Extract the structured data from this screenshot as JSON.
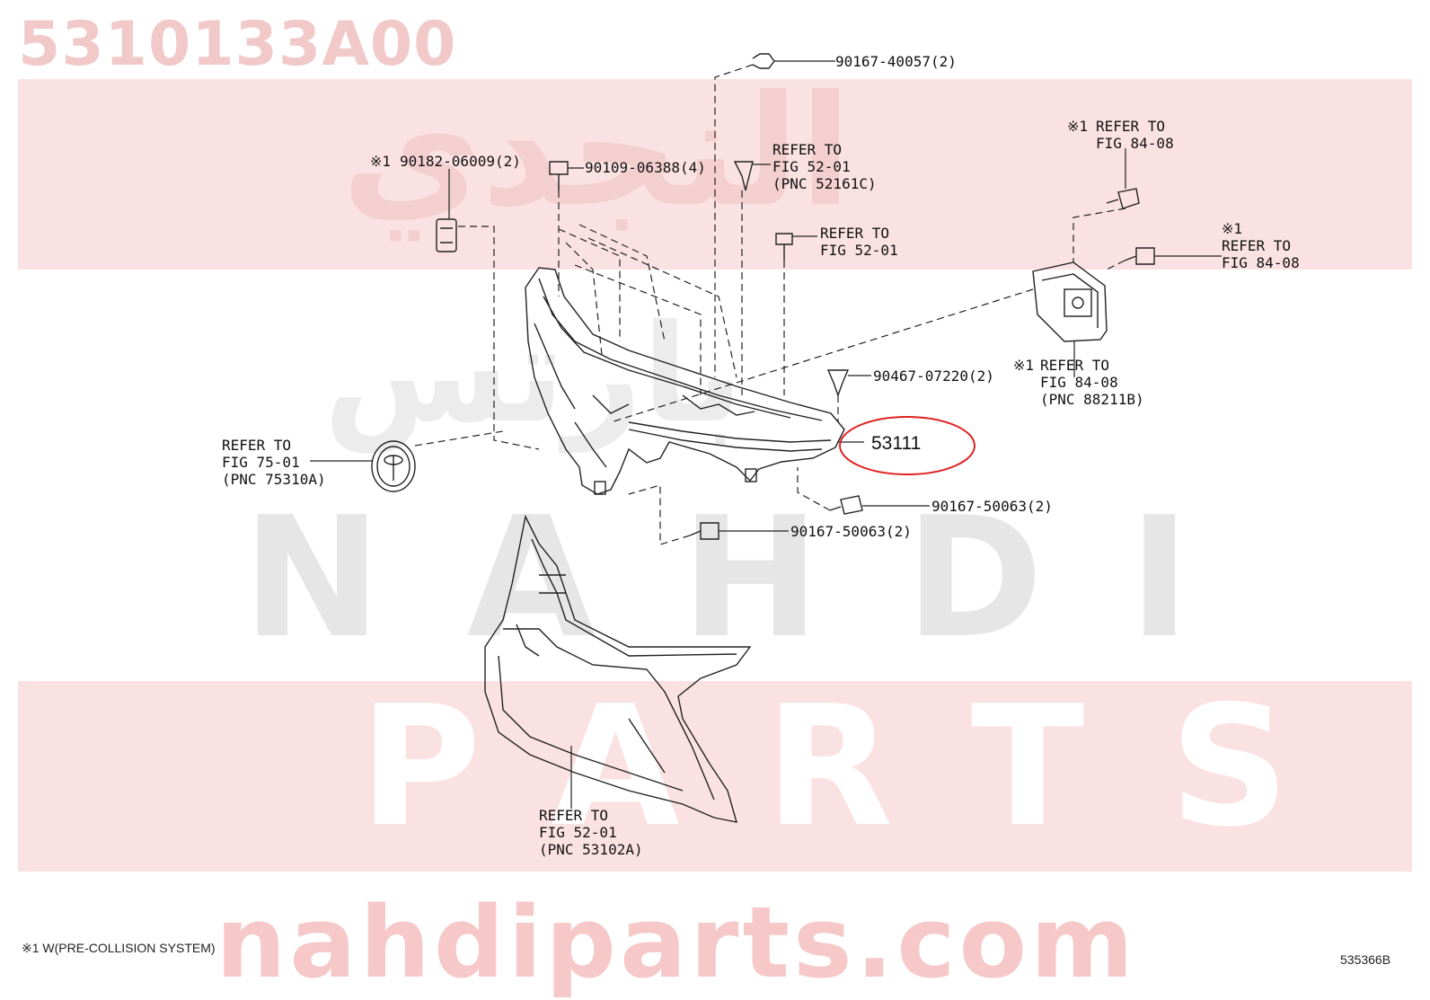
{
  "watermark": {
    "part_number": "5310133A00",
    "arabic_top": "النجدي",
    "arabic_mid": "بارتس",
    "word_1": "NAHDI",
    "word_2": "PARTS",
    "url": "nahdiparts.com"
  },
  "callouts": {
    "c1": "90167-40057(2)",
    "c2_mark": "※1",
    "c2": "90182-06009(2)",
    "c3": "90109-06388(4)",
    "c4_l1": "REFER TO",
    "c4_l2": "FIG 52-01",
    "c4_l3": "(PNC 52161C)",
    "c5_l1": "REFER TO",
    "c5_l2": "FIG 52-01",
    "c6_mark": "※1",
    "c6_l1": "REFER TO",
    "c6_l2": "FIG 84-08",
    "c7_mark": "※1",
    "c7_l1": "REFER TO",
    "c7_l2": "FIG 84-08",
    "c8": "90467-07220(2)",
    "c9_mark": "※1",
    "c9_l1": "REFER TO",
    "c9_l2": "FIG 84-08",
    "c9_l3": "(PNC 88211B)",
    "c10_l1": "REFER TO",
    "c10_l2": "FIG 75-01",
    "c10_l3": "(PNC 75310A)",
    "c11": "90167-50063(2)",
    "c12": "90167-50063(2)",
    "c13_l1": "REFER TO",
    "c13_l2": "FIG 52-01",
    "c13_l3": "(PNC 53102A)"
  },
  "main_part": "53111",
  "highlight_color": "#e02020",
  "footer": {
    "note": "※1 W(PRE-COLLISION SYSTEM)",
    "figure_code": "535366B"
  }
}
